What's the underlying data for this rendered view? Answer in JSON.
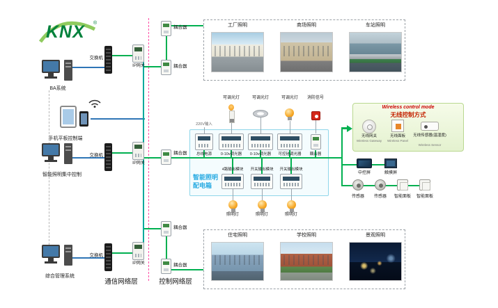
{
  "logo": {
    "text": "KNX",
    "reg": "®"
  },
  "clients": {
    "ba": "BA系统",
    "mobile": "手机平板控制端",
    "central": "智能照明集中控制",
    "management": "综合管理系统"
  },
  "network": {
    "switch": "交换机",
    "gateway": "IP网关",
    "coupler": "耦合器"
  },
  "layers": {
    "communication": "通信网络层",
    "control": "控制网络层"
  },
  "top_box": {
    "items": [
      {
        "label": "工厂照明"
      },
      {
        "label": "商场照明"
      },
      {
        "label": "车站照明"
      }
    ]
  },
  "bottom_box": {
    "items": [
      {
        "label": "住宅照明"
      },
      {
        "label": "学校照明"
      },
      {
        "label": "景观照明"
      }
    ]
  },
  "dist_box": {
    "title1": "智能照明",
    "title2": "配电箱",
    "input": "220V输入",
    "top_items": [
      {
        "label": "可调光灯"
      },
      {
        "label": "可调光灯"
      },
      {
        "label": "可调光灯"
      },
      {
        "label": "消防信号"
      }
    ],
    "row1": [
      {
        "label": "总线电源"
      },
      {
        "label": "0-10v调光器"
      },
      {
        "label": "0-10v调光器"
      },
      {
        "label": "可控硅调光器"
      },
      {
        "label": "耦合器"
      }
    ],
    "row2": [
      {
        "label": "4路输出模块"
      },
      {
        "label": "开关输出模块"
      },
      {
        "label": "开关输出模块"
      }
    ],
    "lamps": [
      {
        "label": "照明灯"
      },
      {
        "label": "照明灯"
      },
      {
        "label": "照明灯"
      }
    ]
  },
  "wireless": {
    "title_en": "Wireless control mode",
    "title_zh": "无线控制方式",
    "items": [
      {
        "zh": "无线网关",
        "en": "Wireless Gateway"
      },
      {
        "zh": "无线面板",
        "en": "Wireless Panel"
      },
      {
        "zh": "无线传感器(温湿度)",
        "en": "Wireless Sensor"
      }
    ]
  },
  "right_devices": {
    "row_a": [
      {
        "label": "中控屏"
      },
      {
        "label": "触摸屏"
      }
    ],
    "row_b": [
      {
        "label": "传感器"
      },
      {
        "label": "传感器"
      },
      {
        "label": "智能面板"
      },
      {
        "label": "智能面板"
      }
    ]
  },
  "colors": {
    "bus": "#00b050",
    "line_blue": "#2e75b6",
    "teal": "#00a99d",
    "divider": "#ff4da6",
    "knx_green": "#00813c",
    "alert_red": "#cc0000",
    "dist_blue": "#29abe2"
  }
}
